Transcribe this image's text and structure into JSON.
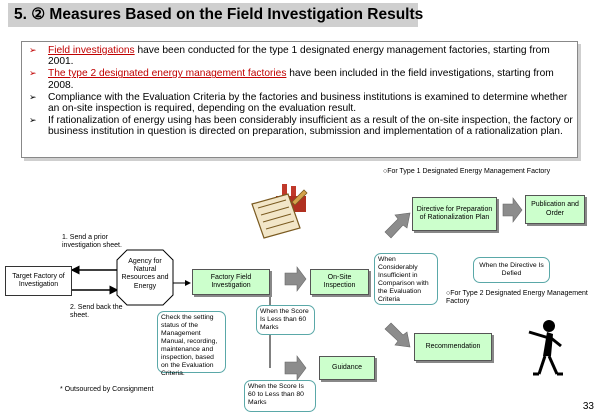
{
  "title": "5. ② Measures Based on the Field Investigation Results",
  "bullets": {
    "b1_link": "Field investigations",
    "b1_text": " have been conducted for the type 1 designated energy management factories, starting from 2001.",
    "b2_link": "The type 2 designated energy management factories",
    "b2_text": " have been included in the field investigations, starting from 2008.",
    "b3_text": "Compliance with the Evaluation Criteria by the factories and business institutions is examined to determine whether an on-site inspection is required, depending on the evaluation result.",
    "b4_text": "If rationalization of energy using has been considerably insufficient as a result of the on-site inspection, the factory or business institution in question is directed on preparation, submission and implementation of a rationalization plan.",
    "marker": "➢"
  },
  "legend": {
    "type1": "○For Type 1 Designated Energy Management Factory",
    "type2": "○For Type 2 Designated Energy Management Factory"
  },
  "flow": {
    "target_factory": "Target Factory of Investigation",
    "agency": "Agency for Natural Resources and Energy",
    "field_investigation": "Factory Field Investigation",
    "onsite": "On-Site Inspection",
    "directive": "Directive for Preparation of Rationalization Plan",
    "publication": "Publication and Order",
    "recommendation": "Recommendation",
    "guidance": "Guidance",
    "step1": "1. Send a prior investigation sheet.",
    "step2": "2. Send back the sheet.",
    "callout_check": "Check the setting status of the Management Manual, recording, maintenance and inspection, based on the Evaluation Criteria.",
    "callout_less60": "When the Score Is Less than 60 Marks",
    "callout_60to80": "When the Score Is 60 to Less than 80 Marks",
    "callout_insufficient": "When Considerably Insufficient in Comparison with the Evaluation Criteria",
    "callout_defied": "When the Directive Is Defied",
    "outsourced": "* Outsourced by Consignment"
  },
  "page_number": "33",
  "colors": {
    "box_fill": "#ccffcc",
    "accent_red": "#c00000",
    "callout_border": "#5aa8a8",
    "arrow_gray": "#808080"
  }
}
